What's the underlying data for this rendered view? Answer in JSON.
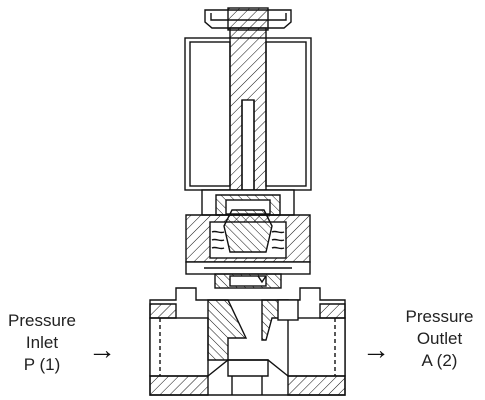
{
  "inlet": {
    "line1": "Pressure",
    "line2": "Inlet",
    "line3": "P (1)"
  },
  "outlet": {
    "line1": "Pressure",
    "line2": "Outlet",
    "line3": "A (2)"
  },
  "icons": {
    "inlet_arrow": "right-arrow-icon",
    "outlet_arrow": "right-arrow-icon"
  },
  "arrow_glyph": "→",
  "colors": {
    "line": "#111111",
    "background": "#ffffff"
  }
}
